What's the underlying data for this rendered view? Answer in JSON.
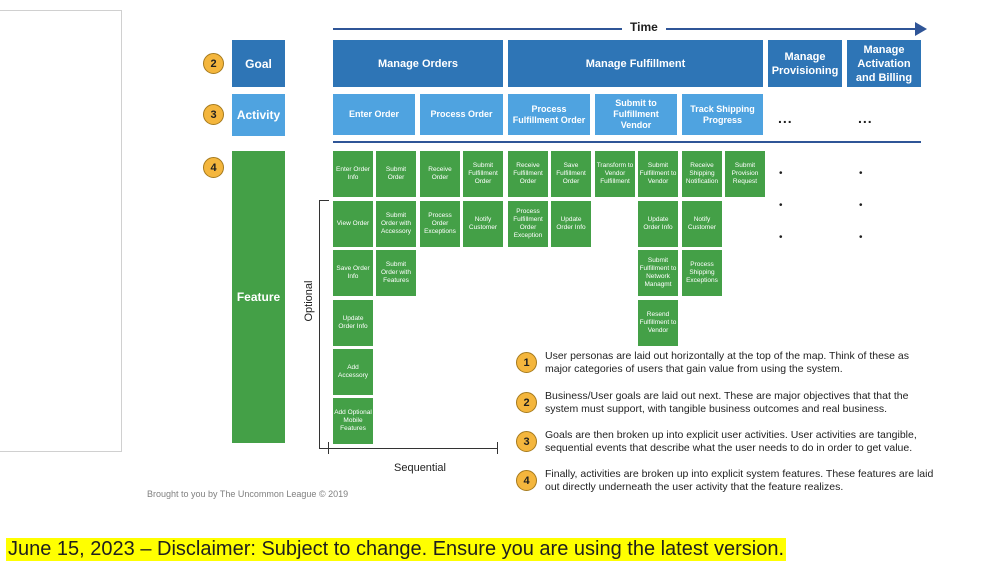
{
  "time_label": "Time",
  "rows": {
    "goal": {
      "number": "2",
      "label": "Goal"
    },
    "activity": {
      "number": "3",
      "label": "Activity"
    },
    "feature": {
      "number": "4",
      "label": "Feature"
    }
  },
  "goals": [
    "Manage Orders",
    "Manage Fulfillment",
    "Manage Provisioning",
    "Manage Activation and Billing"
  ],
  "activities": [
    "Enter Order",
    "Process Order",
    "Process Fulfillment Order",
    "Submit to Fulfillment Vendor",
    "Track Shipping Progress"
  ],
  "activity_ellipsis": "...",
  "feature_bullet": "•",
  "features": {
    "row1": [
      "Enter Order Info",
      "Submit Order",
      "Receive Order",
      "Submit Fulfillment Order",
      "Receive Fulfillment Order",
      "Save Fulfillment Order",
      "Transform to Vendor Fulfillment",
      "Submit Fulfillment to Vendor",
      "Receive Shipping Notification",
      "Submit Provision Request"
    ],
    "col1": [
      "View Order",
      "Save Order Info",
      "Update Order Info",
      "Add Accessory",
      "Add Optional Mobile Features"
    ],
    "col2": [
      "Submit Order with Accessory",
      "Submit Order with Features"
    ],
    "col3": [
      "Process Order Exceptions"
    ],
    "col4": [
      "Notify Customer"
    ],
    "col5": [
      "Process Fulfillment Order Exception"
    ],
    "col6": [
      "Update Order Info"
    ],
    "col8": [
      "Update Order Info",
      "Submit Fulfillment to Network Managmt",
      "Resend Fulfillment to Vendor"
    ],
    "col9": [
      "Notify Customer",
      "Process Shipping Exceptions"
    ]
  },
  "optional_label": "Optional",
  "sequential_label": "Sequential",
  "credit": "Brought to you by The Uncommon League © 2019",
  "notes": [
    {
      "number": "1",
      "text": "User personas are laid out horizontally at the top of the map. Think of these as major categories of users that gain value from using the system."
    },
    {
      "number": "2",
      "text": "Business/User goals are laid out next. These are major objectives that that the system must support, with tangible business outcomes and real business."
    },
    {
      "number": "3",
      "text": "Goals are then broken up into explicit user activities. User activities are tangible, sequential events that describe what the user needs to do in order to get value."
    },
    {
      "number": "4",
      "text": "Finally, activities are broken up into explicit system features. These features are laid out directly underneath the user activity that the feature realizes."
    }
  ],
  "disclaimer": "June 15, 2023 – Disclaimer: Subject to change. Ensure you are using the latest version.",
  "colors": {
    "goal_blue": "#2e75b6",
    "activity_blue": "#4fa3e0",
    "feature_green": "#44a047",
    "number_circle": "#f4b63d",
    "disclaimer_highlight": "#ffff00"
  }
}
